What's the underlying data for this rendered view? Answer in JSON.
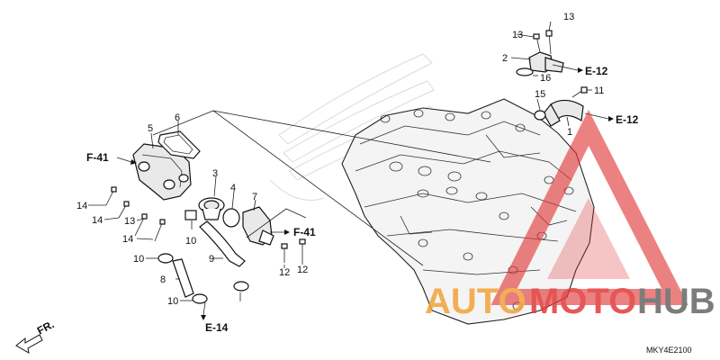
{
  "diagram": {
    "code": "MKY4E2100",
    "front_label": "FR.",
    "references": [
      {
        "id": "ref-e12-top",
        "label": "E-12"
      },
      {
        "id": "ref-e12-mid",
        "label": "E-12"
      },
      {
        "id": "ref-f41-left",
        "label": "F-41"
      },
      {
        "id": "ref-f41-right",
        "label": "F-41"
      },
      {
        "id": "ref-e14",
        "label": "E-14"
      }
    ],
    "callouts": {
      "c1": "1",
      "c2": "2",
      "c3": "3",
      "c4": "4",
      "c5": "5",
      "c6": "6",
      "c7": "7",
      "c8": "8",
      "c9": "9",
      "c10a": "10",
      "c10b": "10",
      "c10c": "10",
      "c11": "11",
      "c12a": "12",
      "c12b": "12",
      "c13a": "13",
      "c13b": "13",
      "c13c": "13",
      "c14a": "14",
      "c14b": "14",
      "c14c": "14",
      "c15": "15",
      "c16": "16"
    }
  },
  "watermark": {
    "brand_part1": "AUTO",
    "brand_part2": "MOTO",
    "brand_part3": "HUB",
    "color_orange": "#f2a23a",
    "color_red": "#e23a3a",
    "color_gray": "#666666"
  }
}
